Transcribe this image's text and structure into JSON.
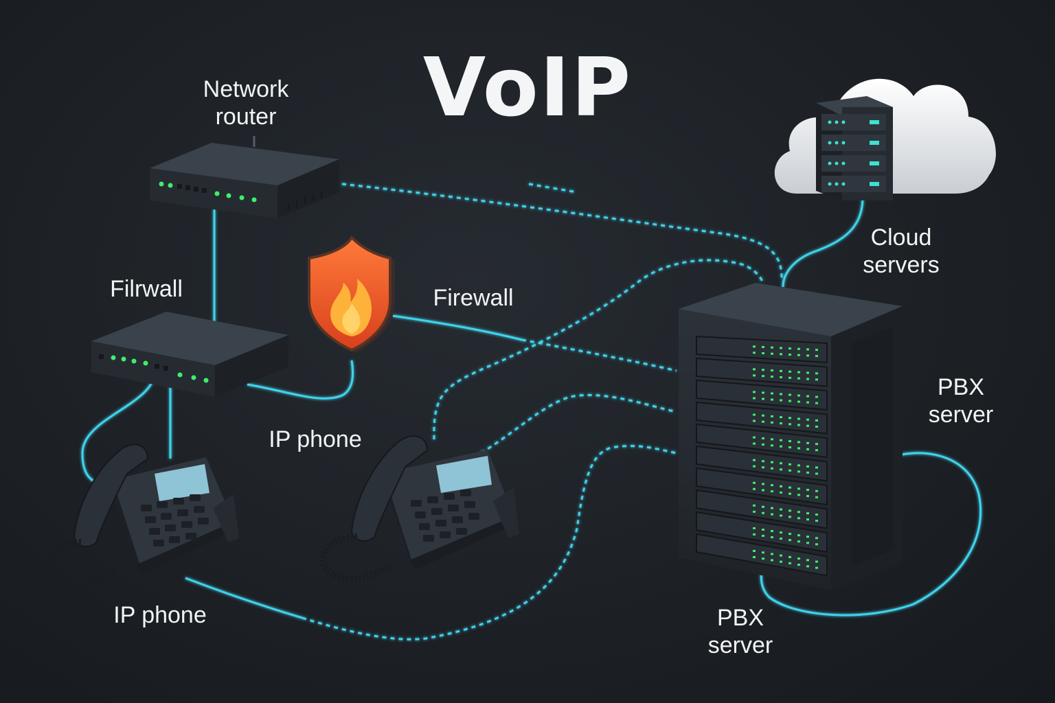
{
  "title": "VoIP",
  "nodes": {
    "network_router": {
      "line1": "Network",
      "line2": "router"
    },
    "switch_label": {
      "line1": "Filrwall"
    },
    "firewall": {
      "line1": "Firewall"
    },
    "ip_phone_middle": {
      "line1": "IP phone"
    },
    "ip_phone_left": {
      "line1": "IP phone"
    },
    "cloud_servers": {
      "line1": "Cloud",
      "line2": "servers"
    },
    "pbx_right": {
      "line1": "PBX",
      "line2": "server"
    },
    "pbx_bottom": {
      "line1": "PBX",
      "line2": "server"
    }
  },
  "colors": {
    "background": "#1d2126",
    "link": "#3fd3ec",
    "led_green": "#3cf06a",
    "led_cyan": "#3fe0d0",
    "device_body": "#2b3138",
    "firewall_shield": "#e85a24",
    "flame": "#ffb23a",
    "lcd": "#8fc3d6"
  },
  "icons": [
    "router-icon",
    "switch-icon",
    "firewall-shield-icon",
    "ip-phone-icon",
    "server-rack-icon",
    "cloud-icon"
  ]
}
